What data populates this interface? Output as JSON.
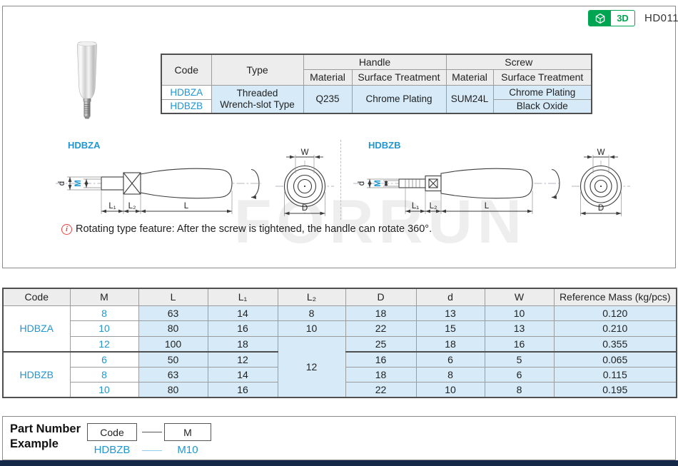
{
  "page": {
    "product_code": "HD011",
    "badge_3d_label": "3D",
    "watermark": "FORRUN"
  },
  "spec_table": {
    "col_code": "Code",
    "col_type": "Type",
    "col_handle": "Handle",
    "col_screw": "Screw",
    "col_material": "Material",
    "col_surface": "Surface Treatment",
    "code_a": "HDBZA",
    "code_b": "HDBZB",
    "type_line1": "Threaded",
    "type_line2": "Wrench-slot Type",
    "handle_material": "Q235",
    "handle_surface": "Chrome Plating",
    "screw_material": "SUM24L",
    "screw_surface_a": "Chrome Plating",
    "screw_surface_b": "Black Oxide"
  },
  "drawing": {
    "label_a": "HDBZA",
    "label_b": "HDBZB",
    "dim_d": "d",
    "dim_m": "M",
    "dim_l1": "L₁",
    "dim_l2": "L₂",
    "dim_l": "L",
    "dim_w": "W",
    "dim_big_d": "D"
  },
  "note": {
    "icon": "i",
    "text": "Rotating type feature: After the screw is tightened, the handle can rotate 360°."
  },
  "dim_table": {
    "headers": [
      "Code",
      "M",
      "L",
      "L₁",
      "L₂",
      "D",
      "d",
      "W",
      "Reference Mass (kg/pcs)"
    ],
    "group_a": {
      "code": "HDBZA",
      "rows": [
        {
          "m": "8",
          "l": "63",
          "l1": "14",
          "l2": "8",
          "d_big": "18",
          "d": "13",
          "w": "10",
          "mass": "0.120"
        },
        {
          "m": "10",
          "l": "80",
          "l1": "16",
          "l2": "10",
          "d_big": "22",
          "d": "15",
          "w": "13",
          "mass": "0.210"
        },
        {
          "m": "12",
          "l": "100",
          "l1": "18",
          "d_big": "25",
          "d": "18",
          "w": "16",
          "mass": "0.355"
        }
      ]
    },
    "l2_shared": "12",
    "group_b": {
      "code": "HDBZB",
      "rows": [
        {
          "m": "6",
          "l": "50",
          "l1": "12",
          "d_big": "16",
          "d": "6",
          "w": "5",
          "mass": "0.065"
        },
        {
          "m": "8",
          "l": "63",
          "l1": "14",
          "d_big": "18",
          "d": "8",
          "w": "6",
          "mass": "0.115"
        },
        {
          "m": "10",
          "l": "80",
          "l1": "16",
          "d_big": "22",
          "d": "10",
          "w": "8",
          "mass": "0.195"
        }
      ]
    }
  },
  "part_number": {
    "title_line1": "Part Number",
    "title_line2": "Example",
    "field_code": "Code",
    "field_m": "M",
    "example_code": "HDBZB",
    "example_m": "M10"
  },
  "colors": {
    "accent_blue": "#2096d3",
    "cell_blue": "#d6eaf8",
    "header_gray": "#ededed",
    "badge_green": "#00a551",
    "navy_bar": "#152848",
    "note_red": "#e8453c"
  }
}
